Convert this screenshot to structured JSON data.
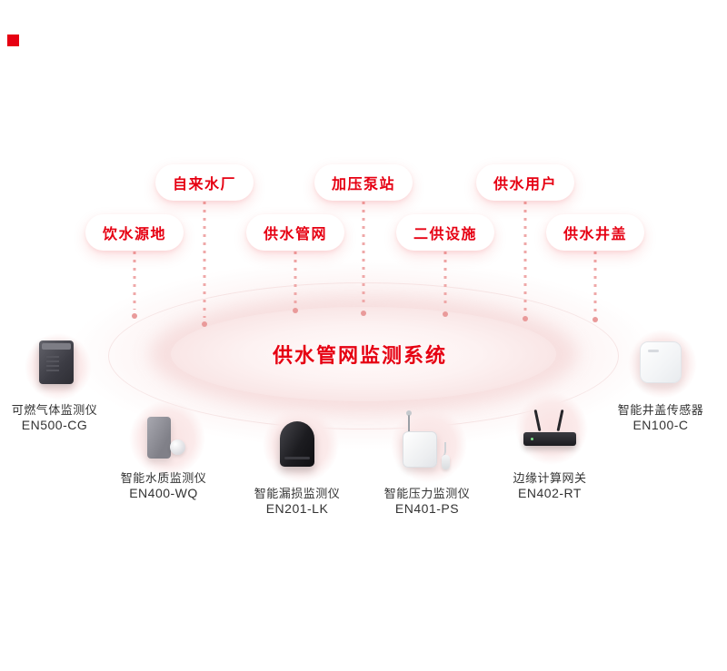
{
  "center": {
    "title": "供水管网监测系统"
  },
  "badges": {
    "row1": [
      {
        "label": "自来水厂"
      },
      {
        "label": "加压泵站"
      },
      {
        "label": "供水用户"
      }
    ],
    "row2": [
      {
        "label": "饮水源地"
      },
      {
        "label": "供水管网"
      },
      {
        "label": "二供设施"
      },
      {
        "label": "供水井盖"
      }
    ]
  },
  "devices": [
    {
      "name": "可燃气体监测仪",
      "model": "EN500-CG"
    },
    {
      "name": "智能水质监测仪",
      "model": "EN400-WQ"
    },
    {
      "name": "智能漏损监测仪",
      "model": "EN201-LK"
    },
    {
      "name": "智能压力监测仪",
      "model": "EN401-PS"
    },
    {
      "name": "边缘计算网关",
      "model": "EN402-RT"
    },
    {
      "name": "智能井盖传感器",
      "model": "EN100-C"
    }
  ],
  "colors": {
    "accent_red": "#e60012",
    "halo_pink": "#fbeaea",
    "connector_pink": "#efa8a8",
    "caption_text": "#333333"
  }
}
